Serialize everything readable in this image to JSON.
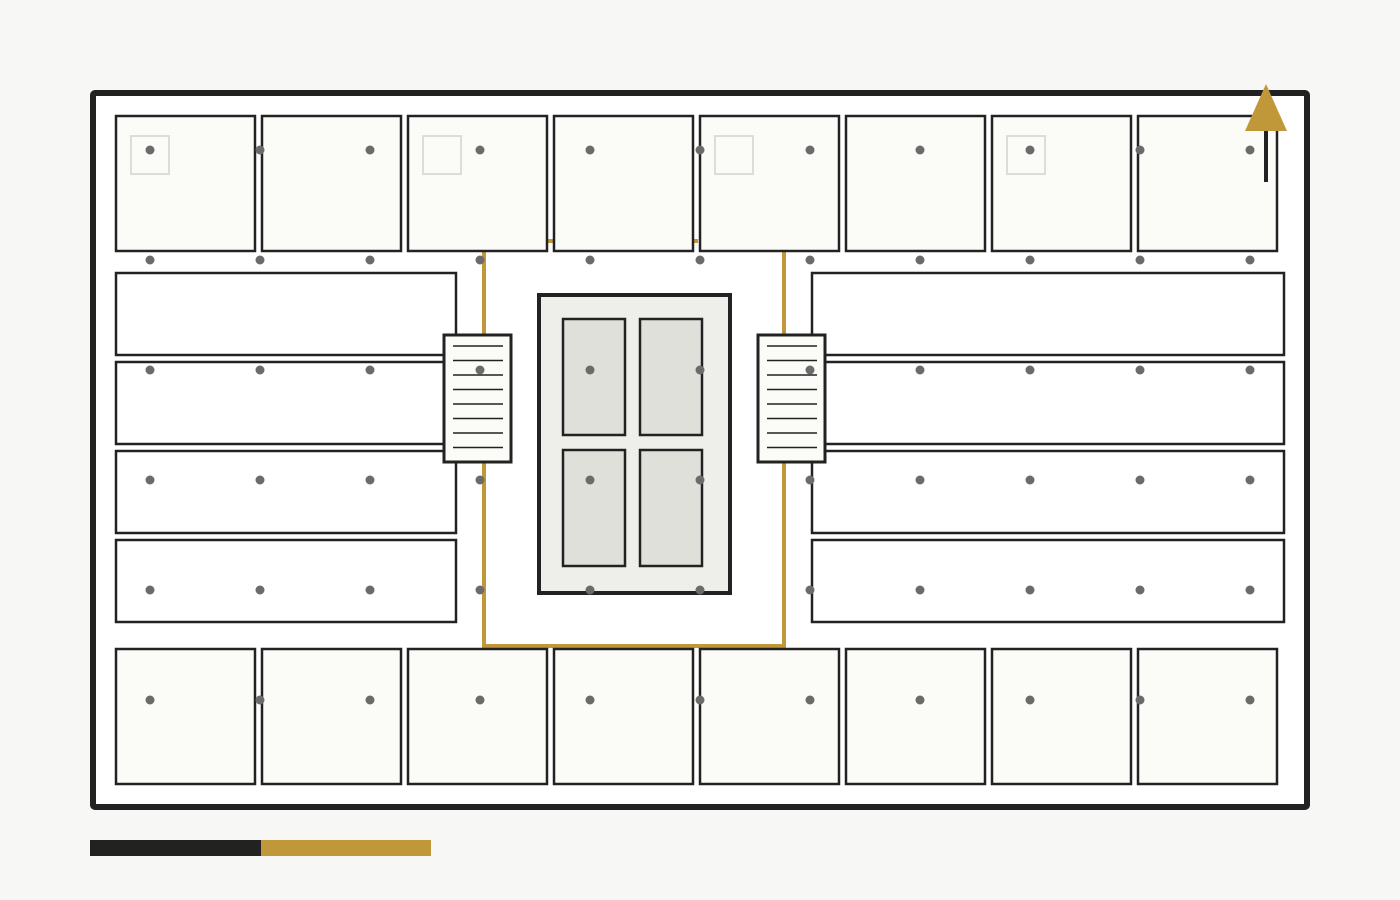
{
  "plan": {
    "colors": {
      "background": "#f7f7f5",
      "wall": "#222222",
      "accent": "#c0983a",
      "room_fill": "#fbfbf8",
      "office_fill": "#ffffff",
      "core_fill": "#eeeeea",
      "elevator_fill": "#e0e0da",
      "column": "#6b6b6b",
      "fixture": "#dcdcd8"
    },
    "icons": {
      "north": "north-arrow-icon",
      "stair": "stair-icon",
      "elevator": "elevator-icon",
      "column": "column-icon"
    },
    "rooms": {
      "top_count": 8,
      "bottom_count": 8,
      "left_offices": 4,
      "right_offices": 4,
      "fixture_rooms": [
        0,
        2,
        4,
        6
      ]
    },
    "core": {
      "elevators": 4,
      "stairs": 2
    },
    "scale_bar": {
      "segments": 2
    }
  }
}
